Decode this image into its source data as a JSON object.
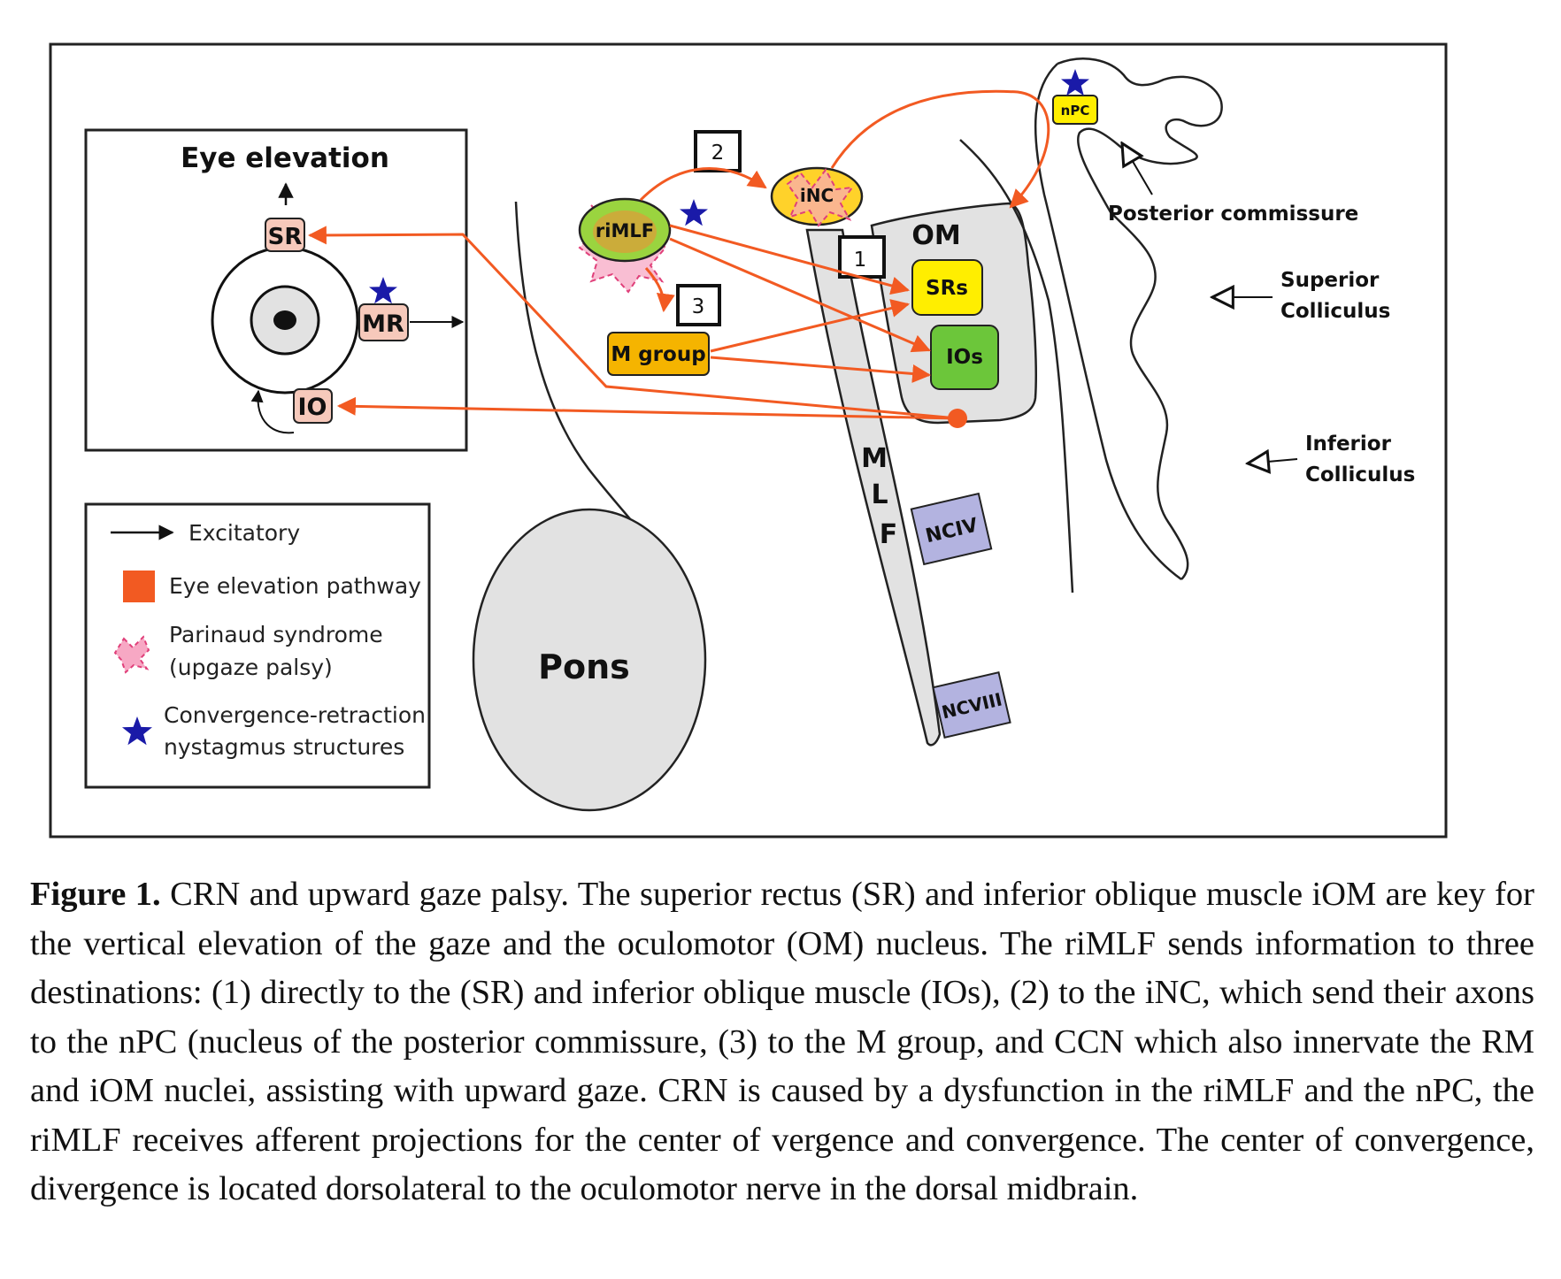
{
  "figure": {
    "eye_panel": {
      "title": "Eye elevation",
      "muscles": {
        "sr": "SR",
        "mr": "MR",
        "io": "IO"
      }
    },
    "legend": {
      "items": [
        {
          "label": "Excitatory",
          "icon": "arrow-icon"
        },
        {
          "label": "Eye elevation pathway",
          "icon": "orange-square-icon",
          "color": "#f25a22"
        },
        {
          "label_line1": "Parinaud syndrome",
          "label_line2": "(upgaze palsy)",
          "icon": "pink-dashed-blob-icon",
          "color": "#f7a8c4"
        },
        {
          "label_line1": "Convergence-retraction",
          "label_line2": "nystagmus structures",
          "icon": "blue-star-icon",
          "color": "#1a1aa8"
        }
      ]
    },
    "nuclei": {
      "rimlf": "riMLF",
      "inc": "iNC",
      "npc": "nPC",
      "m_group": "M group",
      "om": "OM",
      "srs": "SRs",
      "ios": "IOs",
      "nciv": "NCIV",
      "ncviii": "NCVIII",
      "mlf": [
        "M",
        "L",
        "F"
      ],
      "pons": "Pons"
    },
    "pathway_numbers": {
      "one": "1",
      "two": "2",
      "three": "3"
    },
    "anatomy_labels": {
      "posterior_commissure": "Posterior commissure",
      "superior_colliculus_line1": "Superior",
      "superior_colliculus_line2": "Colliculus",
      "inferior_colliculus_line1": "Inferior",
      "inferior_colliculus_line2": "Colliculus"
    },
    "colors": {
      "pathway": "#f25a22",
      "srs_fill": "#ffee00",
      "ios_fill": "#6cc63a",
      "m_group_fill": "#f5b400",
      "muscle_fill": "#f6c9bb",
      "cranial_nucleus_fill": "#b3b3e0",
      "structure_grey": "#e2e2e2",
      "star": "#1a1aa8"
    }
  },
  "caption": {
    "label": "Figure 1.",
    "text": " CRN and upward gaze palsy. The superior rectus (SR) and inferior oblique muscle iOM are key for the vertical elevation of the gaze and the oculomotor (OM) nucleus. The riMLF sends information to three destinations: (1) directly to the (SR) and inferior oblique muscle (IOs), (2) to the iNC, which send their axons to the nPC (nucleus of the posterior commissure, (3) to the M group, and CCN which also innervate the RM and iOM nuclei, assisting with upward gaze. CRN is caused by a dysfunction in the riMLF and the nPC, the riMLF receives afferent projections for the center of vergence and convergence. The center of convergence, divergence is located dorsolateral to the oculomotor nerve in the dorsal midbrain."
  }
}
